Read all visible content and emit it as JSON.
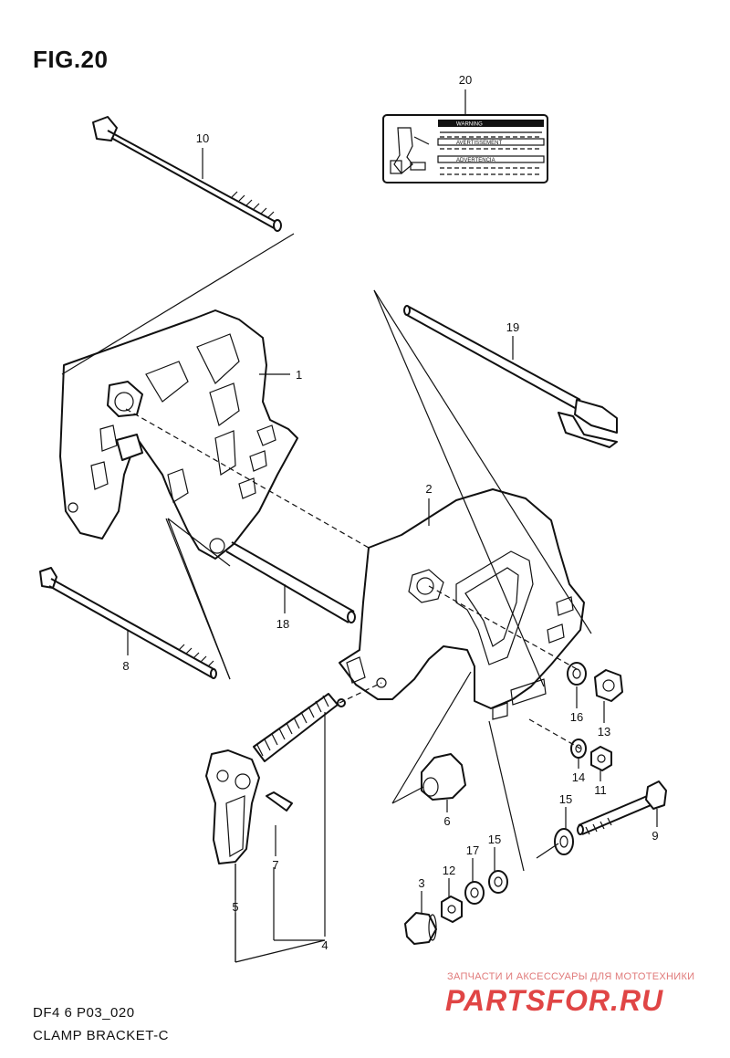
{
  "figure": {
    "title": "FIG.20",
    "code": "DF4 6 P03_020",
    "name": "CLAMP BRACKET-C"
  },
  "label_plate": {
    "line1": "WARNING",
    "line2": "AVERTISSEMENT",
    "line3": "ADVERTENCIA"
  },
  "watermark": {
    "tagline": "ЗАПЧАСТИ И АКСЕССУАРЫ ДЛЯ МОТОТЕХНИКИ",
    "logo": "PARTSFOR.RU"
  },
  "callouts": {
    "p1": "1",
    "p2": "2",
    "p3": "3",
    "p4": "4",
    "p5": "5",
    "p6": "6",
    "p7": "7",
    "p8": "8",
    "p9": "9",
    "p10": "10",
    "p11": "11",
    "p12": "12",
    "p13": "13",
    "p14": "14",
    "p15a": "15",
    "p15b": "15",
    "p16": "16",
    "p17": "17",
    "p18": "18",
    "p19": "19",
    "p20": "20"
  },
  "colors": {
    "line": "#111111",
    "watermark": "#e04545"
  }
}
